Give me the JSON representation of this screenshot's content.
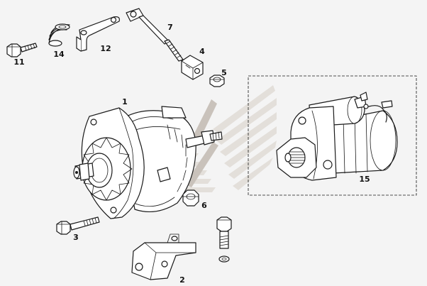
{
  "diagram": {
    "part_labels": {
      "p1": "1",
      "p2": "2",
      "p3": "3",
      "p4": "4",
      "p5": "5",
      "p6": "6",
      "p7": "7",
      "p11": "11",
      "p12": "12",
      "p14": "14",
      "p15": "15"
    }
  },
  "colors": {
    "background": "#f4f4f4",
    "line": "#1a1a1a",
    "watermark_light": "#e3dfda",
    "watermark_dark": "#c9c2bb"
  }
}
